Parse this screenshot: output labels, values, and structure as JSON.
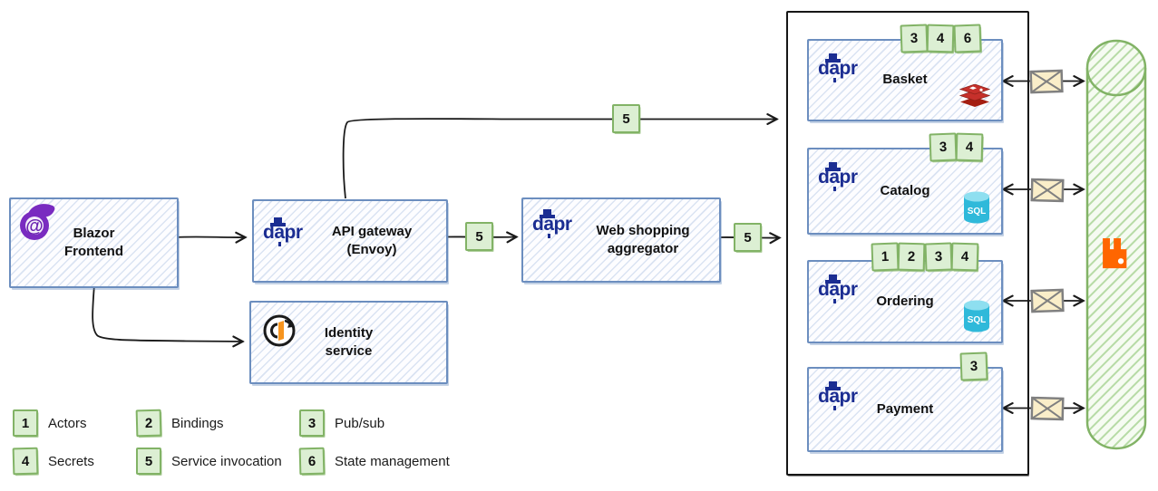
{
  "colors": {
    "node_border_blue": "#6c8ebf",
    "badge_green_border": "#82b366",
    "badge_green_fill": "#dcefd3",
    "dapr_navy": "#1b2d92",
    "bus_green": "#82b366",
    "rabbitmq_orange": "#ff6600",
    "redis_red": "#c6302b",
    "sql_cyan": "#2fb9da",
    "blazor_purple": "#792bc0",
    "identity_orange": "#f7941e",
    "envelope_fill": "#faeec9",
    "container_black": "#161616"
  },
  "dapr_wordmark": "dapr",
  "sql_label": "SQL",
  "nodes": {
    "frontend": {
      "label": "Blazor\nFrontend",
      "icon": "blazor-icon"
    },
    "api_gateway": {
      "label": "API gateway\n(Envoy)",
      "icon": "dapr-logo"
    },
    "identity": {
      "label": "Identity\nservice",
      "icon": "identity-server-icon"
    },
    "aggregator": {
      "label": "Web shopping\naggregator",
      "icon": "dapr-logo"
    },
    "services": [
      {
        "label": "Basket",
        "badges": [
          "3",
          "4",
          "6"
        ],
        "datastore": "redis"
      },
      {
        "label": "Catalog",
        "badges": [
          "3",
          "4"
        ],
        "datastore": "sql"
      },
      {
        "label": "Ordering",
        "badges": [
          "1",
          "2",
          "3",
          "4"
        ],
        "datastore": "sql"
      },
      {
        "label": "Payment",
        "badges": [
          "3"
        ],
        "datastore": "none"
      }
    ]
  },
  "edge_badges": {
    "gateway_to_aggregator": "5",
    "aggregator_to_services": "5",
    "gateway_to_services": "5"
  },
  "legend": [
    {
      "num": "1",
      "label": "Actors"
    },
    {
      "num": "2",
      "label": "Bindings"
    },
    {
      "num": "3",
      "label": "Pub/sub"
    },
    {
      "num": "4",
      "label": "Secrets"
    },
    {
      "num": "5",
      "label": "Service invocation"
    },
    {
      "num": "6",
      "label": "State management"
    }
  ]
}
